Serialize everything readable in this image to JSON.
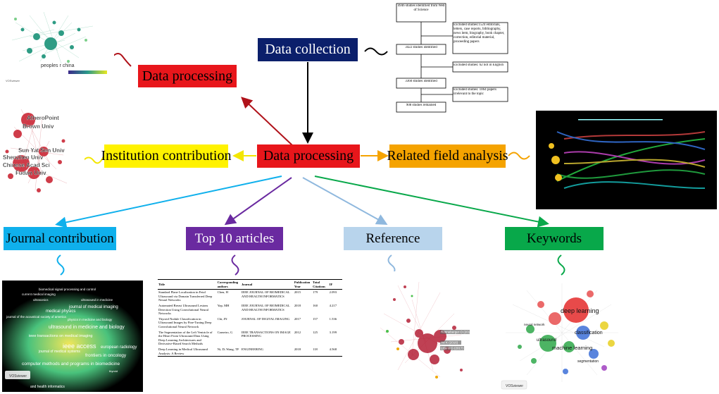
{
  "colors": {
    "navy": "#0b1f6b",
    "red": "#e8161b",
    "yellow": "#fff200",
    "orange": "#f5a300",
    "cyan": "#0fb0ec",
    "purple": "#6a2aa0",
    "lightblue": "#b8d4ec",
    "green": "#08a84a",
    "darkred": "#b0121a"
  },
  "nodes": {
    "collection": "Data collection",
    "processing_top": "Data processing",
    "processing_center": "Data processing",
    "institution": "Institution contribution",
    "related": "Related field analysis",
    "journal": "Journal contribution",
    "top10": "Top 10 articles",
    "reference": "Reference",
    "keywords": "Keywords"
  },
  "flowchart": {
    "step1": "4946 studies identified from Web of Science",
    "excl1": "Excluded studies:1524 editorials, letters, case reports, bibliography, news item, biography, book chapter, correction, editorial material, proceeding papers",
    "step2": "3422 studies identified",
    "excl2": "Excluded studies: 62 not in English",
    "step3": "3360 studies identified",
    "excl3": "Excluded studies: 1064 papers irrelevant to the topic",
    "step4": "908 studies remained"
  },
  "country_map": {
    "label": "peoples r china",
    "logo": "VOSviewer"
  },
  "institution_map": {
    "labels": [
      "AtheroPoint",
      "Brown Univ",
      "Sun Yat Sen Univ",
      "Shenzhen Univ",
      "Chinese Acad Sci",
      "Fudan Univ"
    ]
  },
  "journal_map": {
    "labels": [
      "biomedical signal processing and control",
      "current medical imaging",
      "ultrasonics",
      "ultrasound in medicine",
      "journal of medical imaging",
      "medical physics",
      "journal of the acoustical society of america",
      "physics in medicine and biology",
      "ultrasound in medicine and biology",
      "ieee transactions on medical imaging",
      "ieee access",
      "european radiology",
      "journal of medical systems",
      "frontiers in oncology",
      "computer methods and programs in biomedicine",
      "thyroid",
      "and health informatics"
    ],
    "logo": "VOSviewer"
  },
  "keyword_map": {
    "labels": [
      "deep learning",
      "classification",
      "machine learning",
      "ultrasound",
      "segmentation",
      "neural network"
    ],
    "logo": "VOSviewer"
  },
  "reference_map": {
    "labels": [
      "Ronneberger O (2015)",
      "He K (2016)",
      "Litjens G (2017)"
    ]
  },
  "table": {
    "headers": [
      "Title",
      "Corresponding authors",
      "Journal",
      "Publication Year",
      "Total Citations",
      "IF"
    ],
    "rows": [
      [
        "Standard Plane Localization in Fetal Ultrasound via Domain Transferred Deep Neural Networks",
        "Chen, H",
        "IEEE JOURNAL OF BIOMEDICAL AND HEALTH INFORMATICS",
        "2015",
        "179",
        "2.093"
      ],
      [
        "Automated Breast Ultrasound Lesions Detection Using Convolutional Neural Networks",
        "Yap, MH",
        "IEEE JOURNAL OF BIOMEDICAL AND HEALTH INFORMATICS",
        "2018",
        "160",
        "4.217"
      ],
      [
        "Thyroid Nodule Classification in Ultrasound Images by Fine-Tuning Deep Convolutional Neural Network",
        "Chi, JN",
        "JOURNAL OF DIGITAL IMAGING",
        "2017",
        "157",
        "1.536"
      ],
      [
        "The Segmentation of the Left Ventricle of the Heart From Ultrasound Data Using Deep Learning Architectures and Derivative-Based Search Methods",
        "Carneiro, G",
        "IEEE TRANSACTIONS ON IMAGE PROCESSING",
        "2012",
        "125",
        "3.199"
      ],
      [
        "Deep Learning in Medical Ultrasound Analysis: A Review",
        "Ni, D; Wang, TF",
        "ENGINEERING",
        "2018",
        "118",
        "4.568"
      ]
    ]
  }
}
